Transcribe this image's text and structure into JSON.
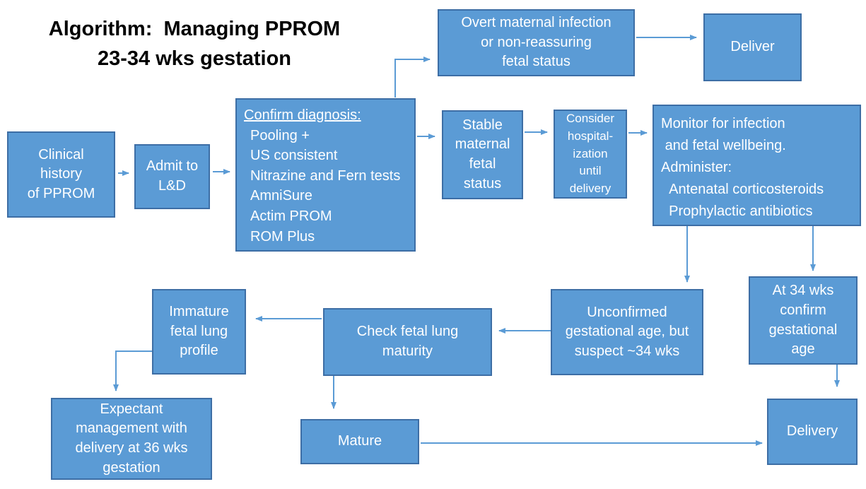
{
  "title": {
    "line1": "Algorithm:  Managing PPROM",
    "line2": "23-34 wks gestation"
  },
  "colors": {
    "box_fill": "#5b9bd5",
    "box_border": "#3d6ea5",
    "arrow": "#5b9bd5",
    "box_text": "#ffffff",
    "title_text": "#000000",
    "background": "#ffffff"
  },
  "nodes": {
    "clinical": {
      "text": "Clinical\nhistory\nof PPROM"
    },
    "admit": {
      "text": "Admit to\nL&D"
    },
    "confirm": {
      "heading": "Confirm diagnosis:",
      "items": "Pooling +\nUS consistent\nNitrazine and Fern tests\nAmniSure\nActim PROM\nROM Plus"
    },
    "overt": {
      "text": "Overt maternal infection\nor non-reassuring\nfetal status"
    },
    "deliver": {
      "text": "Deliver"
    },
    "stable": {
      "text": "Stable\nmaternal\nfetal\nstatus"
    },
    "consider": {
      "text": "Consider\nhospital-\nization\nuntil\ndelivery"
    },
    "monitor": {
      "text": "Monitor for infection\n and fetal wellbeing.\nAdminister:\n  Antenatal corticosteroids\n  Prophylactic antibiotics"
    },
    "at34": {
      "text": "At 34 wks\nconfirm\ngestational\nage"
    },
    "unconfirmed": {
      "text": "Unconfirmed\ngestational age, but\nsuspect ~34 wks"
    },
    "check": {
      "text": "Check fetal lung\nmaturity"
    },
    "immature": {
      "text": "Immature\nfetal lung\nprofile"
    },
    "expectant": {
      "text": "Expectant\nmanagement with\ndelivery at 36 wks\ngestation"
    },
    "mature": {
      "text": "Mature"
    },
    "delivery": {
      "text": "Delivery"
    }
  }
}
